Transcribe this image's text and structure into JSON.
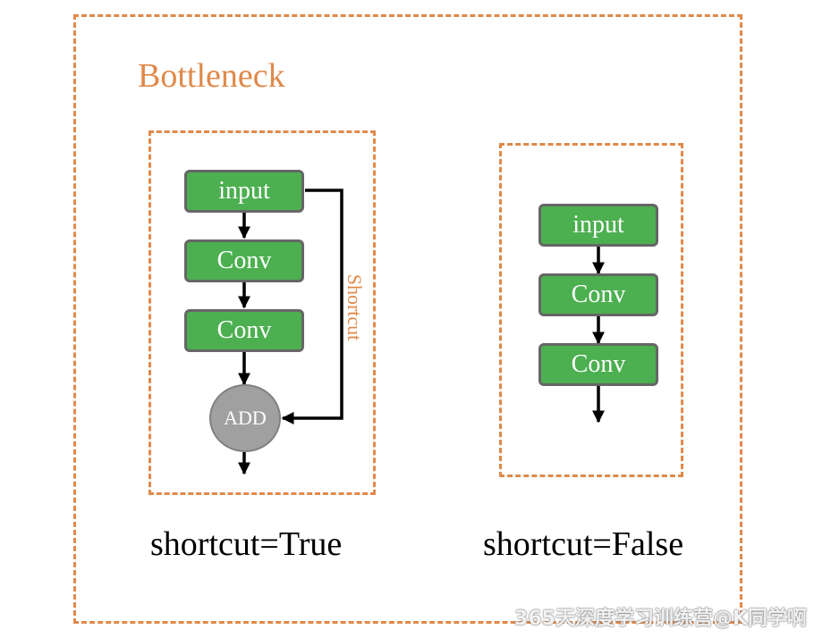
{
  "title": "Bottleneck",
  "left": {
    "nodes": [
      "input",
      "Conv",
      "Conv"
    ],
    "add_label": "ADD",
    "shortcut_label": "Shortcut",
    "caption": "shortcut=True"
  },
  "right": {
    "nodes": [
      "input",
      "Conv",
      "Conv"
    ],
    "caption": "shortcut=False"
  },
  "watermark": "365天深度学习训练营@K同学啊",
  "colors": {
    "accent": "#e0894a",
    "node_fill": "#4caf50",
    "node_border": "#666666",
    "add_fill": "#a0a0a0"
  }
}
